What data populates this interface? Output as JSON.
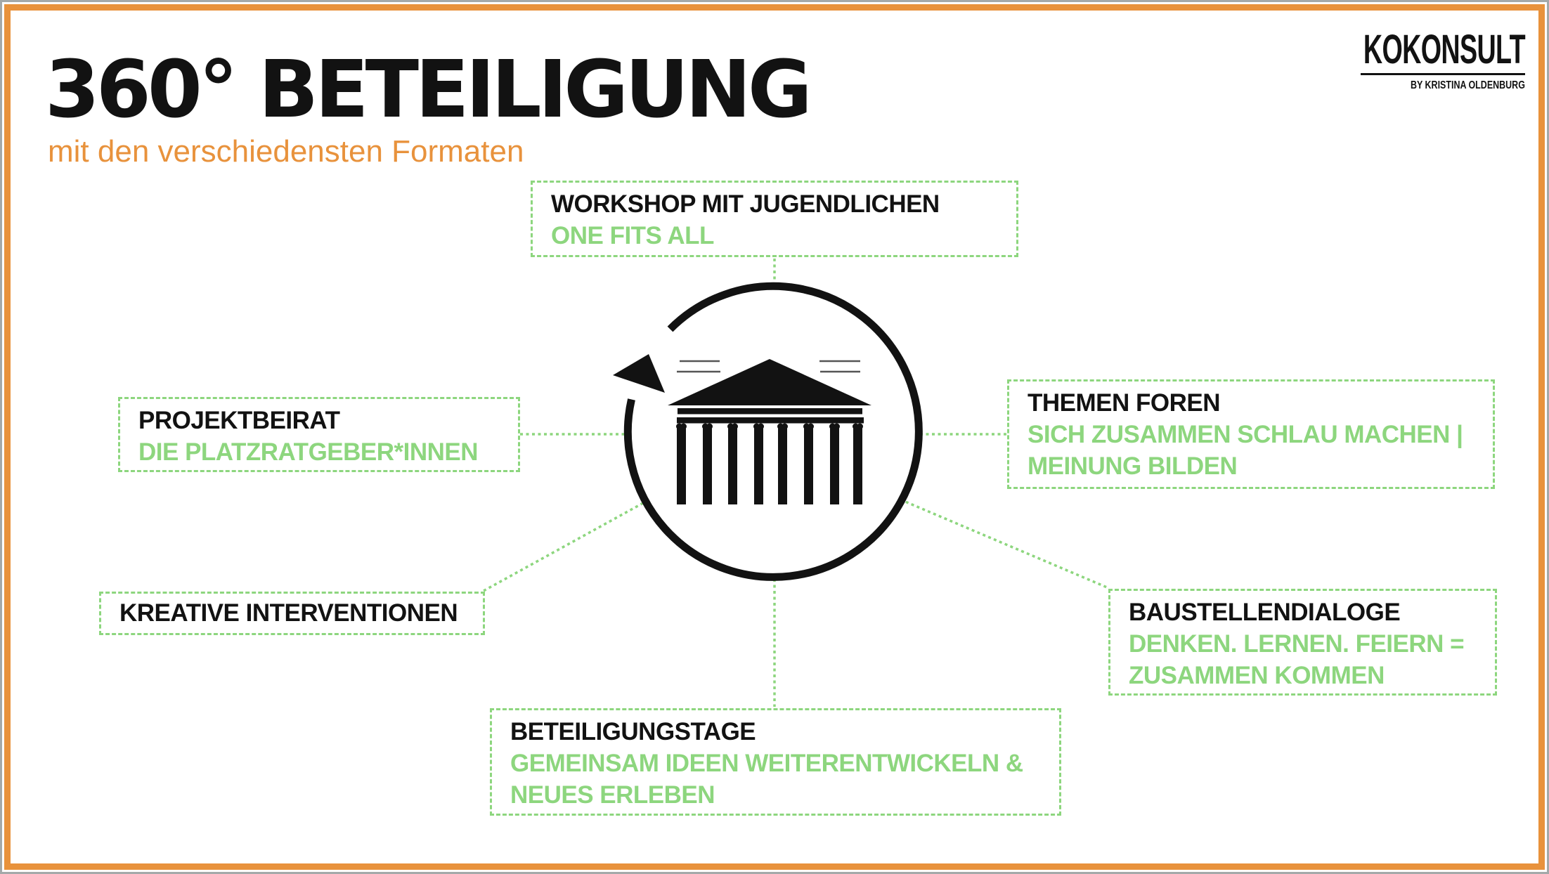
{
  "page": {
    "title": "360° BETEILIGUNG",
    "subtitle": "mit den verschiedensten Formaten"
  },
  "logo": {
    "name": "KOKONSULT",
    "byline": "BY KRISTINA OLDENBURG"
  },
  "center_icon": "parliament-temple-with-circular-arrow",
  "colors": {
    "accent_orange": "#e8923c",
    "accent_green": "#8dd67e",
    "ink": "#121212",
    "frame_grey": "#a4a9a9"
  },
  "formats": [
    {
      "label": "WORKSHOP MIT JUGENDLICHEN",
      "sublabel": "ONE FITS ALL"
    },
    {
      "label": "PROJEKTBEIRAT",
      "sublabel": "DIE PLATZRATGEBER*INNEN"
    },
    {
      "label": "THEMEN FOREN",
      "sublabel": "SICH ZUSAMMEN SCHLAU MACHEN | MEINUNG BILDEN"
    },
    {
      "label": "KREATIVE INTERVENTIONEN",
      "sublabel": ""
    },
    {
      "label": "BAUSTELLENDIALOGE",
      "sublabel": "DENKEN. LERNEN. FEIERN = ZUSAMMEN KOMMEN"
    },
    {
      "label": "BETEILIGUNGSTAGE",
      "sublabel": "GEMEINSAM IDEEN WEITERENTWICKELN & NEUES ERLEBEN"
    }
  ]
}
